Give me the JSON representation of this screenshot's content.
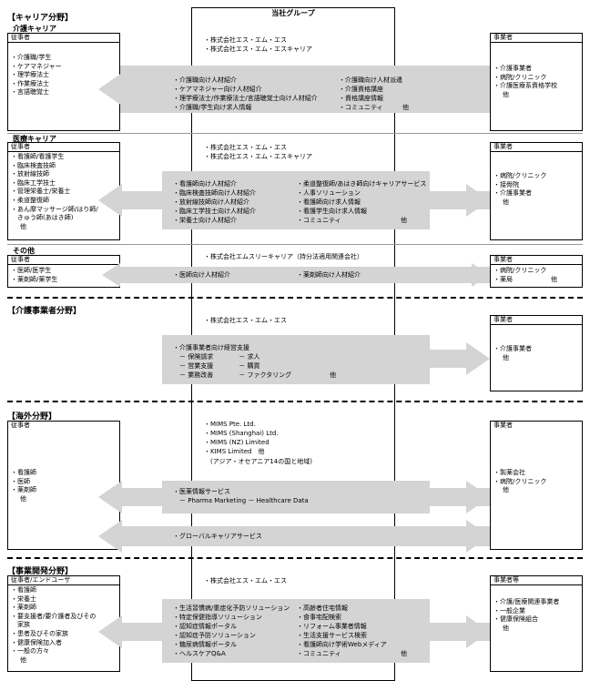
{
  "center": {
    "title": "当社グループ"
  },
  "career": {
    "title": "【キャリア分野】",
    "kaigo": {
      "title": "介護キャリア",
      "left_head": "従事者",
      "left_items": [
        "・介護職/学生",
        "・ケアマネジャー",
        "・理学療法士",
        "・作業療法士",
        "・言語聴覚士"
      ],
      "companies": [
        "・株式会社エス・エム・エス",
        "・株式会社エス・エム・エスキャリア"
      ],
      "services_col1": [
        "・介護職向け人材紹介",
        "・ケアマネジャー向け人材紹介",
        "・理学療法士/作業療法士/言語聴覚士向け人材紹介",
        "・介護職/学生向け求人情報"
      ],
      "services_col2": [
        "・介護職向け人材派遣",
        "・介護資格講座",
        "・資格講座情報",
        "・コミュニティ"
      ],
      "etc": "他",
      "right_head": "事業者",
      "right_items": [
        "・介護事業者",
        "・病院/クリニック",
        "・介護医療系資格学校",
        "他"
      ]
    },
    "iryo": {
      "title": "医療キャリア",
      "left_head": "従事者",
      "left_items": [
        "・看護師/看護学生",
        "・臨床検査技師",
        "・放射線技師",
        "・臨床工学技士",
        "・管理栄養士/栄養士",
        "・柔道整復師",
        "・あん摩マッサージ師/はり師/",
        "　きゅう師(あはき師)",
        "他"
      ],
      "companies": [
        "・株式会社エス・エム・エス",
        "・株式会社エス・エム・エスキャリア"
      ],
      "services_col1": [
        "・看護師向け人材紹介",
        "・臨床検査技師向け人材紹介",
        "・放射線技師向け人材紹介",
        "・臨床工学技士向け人材紹介",
        "・栄養士向け人材紹介"
      ],
      "services_col2": [
        "・柔道整復師/あはき師向けキャリアサービス",
        "・人事ソリューション",
        "・看護師向け求人情報",
        "・看護学生向け求人情報",
        "・コミュニティ"
      ],
      "etc": "他",
      "right_head": "事業者",
      "right_items": [
        "・病院/クリニック",
        "・接骨院",
        "・介護事業者",
        "他"
      ]
    },
    "other": {
      "title": "その他",
      "left_head": "従事者",
      "left_items": [
        "・医師/医学生",
        "・薬剤師/薬学生"
      ],
      "companies": [
        "・株式会社エムスリーキャリア（持分法適用関連会社）"
      ],
      "service1": "・医師向け人材紹介",
      "service2": "・薬剤師向け人材紹介",
      "right_head": "事業者",
      "right_items": [
        "・病院/クリニック",
        "・薬局　　　　　　他"
      ]
    }
  },
  "kaigo_jigyo": {
    "title": "【介護事業者分野】",
    "companies": [
      "・株式会社エス・エム・エス"
    ],
    "services": [
      "・介護事業者向け経営支援",
      "　－ 保険請求　　　　－ 求人",
      "　－ 営業支援　　　　－ 購買",
      "　－ 業務改善　　　　－ ファクタリング　　　　　　他"
    ],
    "right_head": "事業者",
    "right_items": [
      "・介護事業者",
      "他"
    ]
  },
  "kaigai": {
    "title": "【海外分野】",
    "left_head": "従事者",
    "left_items": [
      "・看護師",
      "・医師",
      "・薬剤師",
      "他"
    ],
    "companies": [
      "・MIMS Pte. Ltd.",
      "・MIMS (Shanghai) Ltd.",
      "・MIMS (NZ) Limited",
      "・KIMS Limited　他",
      "　(アジア・オセアニア14の国と地域)"
    ],
    "services1": [
      "・医薬情報サービス",
      "　－ Pharma Marketing － Healthcare Data"
    ],
    "service2": "・グローバルキャリアサービス",
    "right_head": "事業者",
    "right_items": [
      "・製薬会社",
      "・病院/クリニック",
      "他"
    ]
  },
  "kaihatsu": {
    "title": "【事業開発分野】",
    "left_head": "従事者/エンドユーザ",
    "left_items": [
      "・看護師",
      "・栄養士",
      "・薬剤師",
      "・要支援者/要介護者及びその",
      "　家族",
      "・患者及びその家族",
      "・健康保険加入者",
      "・一般の方々",
      "他"
    ],
    "companies": [
      "・株式会社エス・エム・エス"
    ],
    "services_col1": [
      "・生活習慣病/重症化予防ソリューション",
      "・特定保健指導ソリューション",
      "・認知症情報ポータル",
      "・認知症予防ソリューション",
      "・糖尿病情報ポータル",
      "・ヘルスケアQ&A"
    ],
    "services_col2": [
      "・高齢者住宅情報",
      "・食事宅配検索",
      "・リフォーム事業者情報",
      "・生活支援サービス検索",
      "・看護師向け学術Webメディア",
      "・コミュニティ"
    ],
    "etc": "他",
    "right_head": "事業者等",
    "right_items": [
      "・介護/医療関連事業者",
      "・一般企業",
      "・健康保険組合",
      "他"
    ]
  }
}
